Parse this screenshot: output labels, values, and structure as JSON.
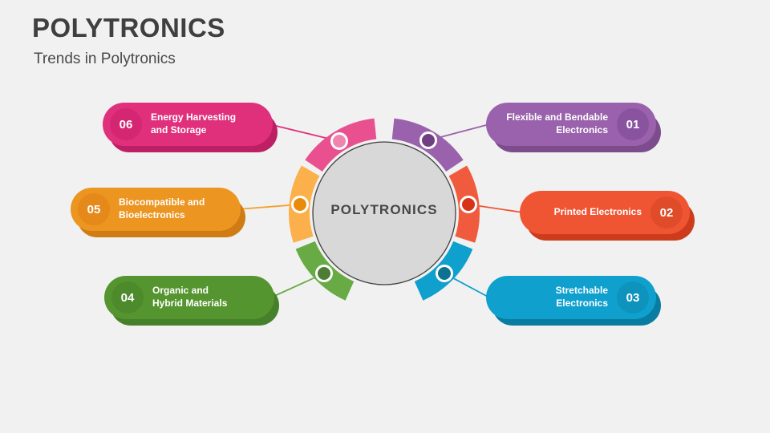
{
  "header": {
    "title": "POLYTRONICS",
    "subtitle": "Trends in Polytronics"
  },
  "diagram": {
    "hub_label": "POLYTRONICS",
    "hub_fill": "#d8d8d8",
    "hub_stroke": "#404040",
    "background": "#f1f1f1",
    "items": [
      {
        "number": "01",
        "label": "Flexible and Bendable Electronics",
        "label_line1": "Flexible and Bendable",
        "label_line2": "Electronics",
        "side": "right",
        "arc_color": "#9a62ac",
        "pill_color": "#9a62ac",
        "shadow_color": "#7c4c8c",
        "badge_color": "#8a53a0",
        "dot_color": "#6f3f82",
        "connector_color": "#9a62ac"
      },
      {
        "number": "02",
        "label": "Printed Electronics",
        "label_line1": "Printed Electronics",
        "label_line2": "",
        "side": "right",
        "arc_color": "#f15b3d",
        "pill_color": "#ef5533",
        "shadow_color": "#cc3c1c",
        "badge_color": "#e04b2a",
        "dot_color": "#d6331a",
        "connector_color": "#ef5533"
      },
      {
        "number": "03",
        "label": "Stretchable Electronics",
        "label_line1": "Stretchable",
        "label_line2": "Electronics",
        "side": "right",
        "arc_color": "#0fa0ce",
        "pill_color": "#0fa0ce",
        "shadow_color": "#0a7ba1",
        "badge_color": "#0e93bd",
        "dot_color": "#0d7291",
        "connector_color": "#0fa0ce"
      },
      {
        "number": "04",
        "label": "Organic and Hybrid Materials",
        "label_line1": "Organic and",
        "label_line2": "Hybrid Materials",
        "side": "left",
        "arc_color": "#68ab45",
        "pill_color": "#55952f",
        "shadow_color": "#47802a",
        "badge_color": "#4d8a2b",
        "dot_color": "#4b7d33",
        "connector_color": "#68ab45"
      },
      {
        "number": "05",
        "label": "Biocompatible and Bioelectronics",
        "label_line1": "Biocompatible and",
        "label_line2": "Bioelectronics",
        "side": "left",
        "arc_color": "#fbb04c",
        "pill_color": "#ec9521",
        "shadow_color": "#cf7c14",
        "badge_color": "#e4891a",
        "dot_color": "#ea8b08",
        "connector_color": "#f3a02c"
      },
      {
        "number": "06",
        "label": "Energy Harvesting and Storage",
        "label_line1": "Energy Harvesting",
        "label_line2": "and Storage",
        "side": "left",
        "arc_color": "#e8508f",
        "pill_color": "#e0307c",
        "shadow_color": "#bd1f64",
        "badge_color": "#d42672",
        "dot_color": "#ef85ae",
        "connector_color": "#e0307c"
      }
    ]
  }
}
